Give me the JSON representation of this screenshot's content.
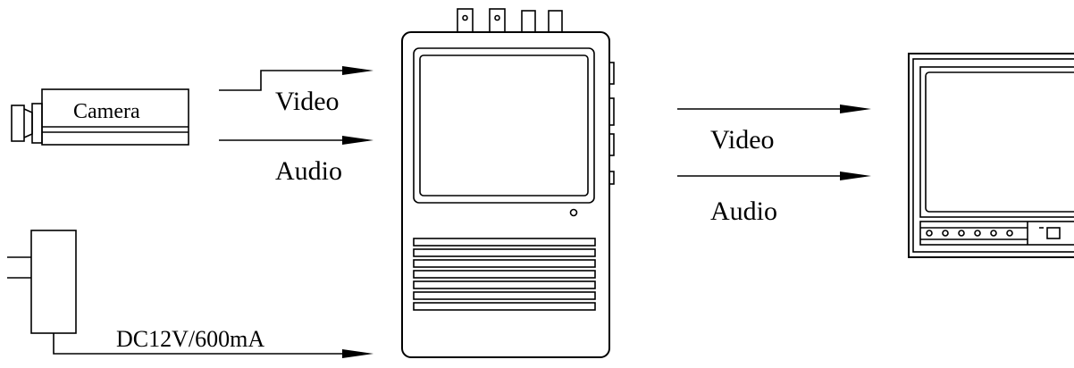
{
  "diagram": {
    "camera": {
      "label": "Camera"
    },
    "inputs": {
      "video_label": "Video",
      "audio_label": "Audio",
      "power_label": "DC12V/600mA"
    },
    "outputs": {
      "video_label": "Video",
      "audio_label": "Audio"
    }
  }
}
